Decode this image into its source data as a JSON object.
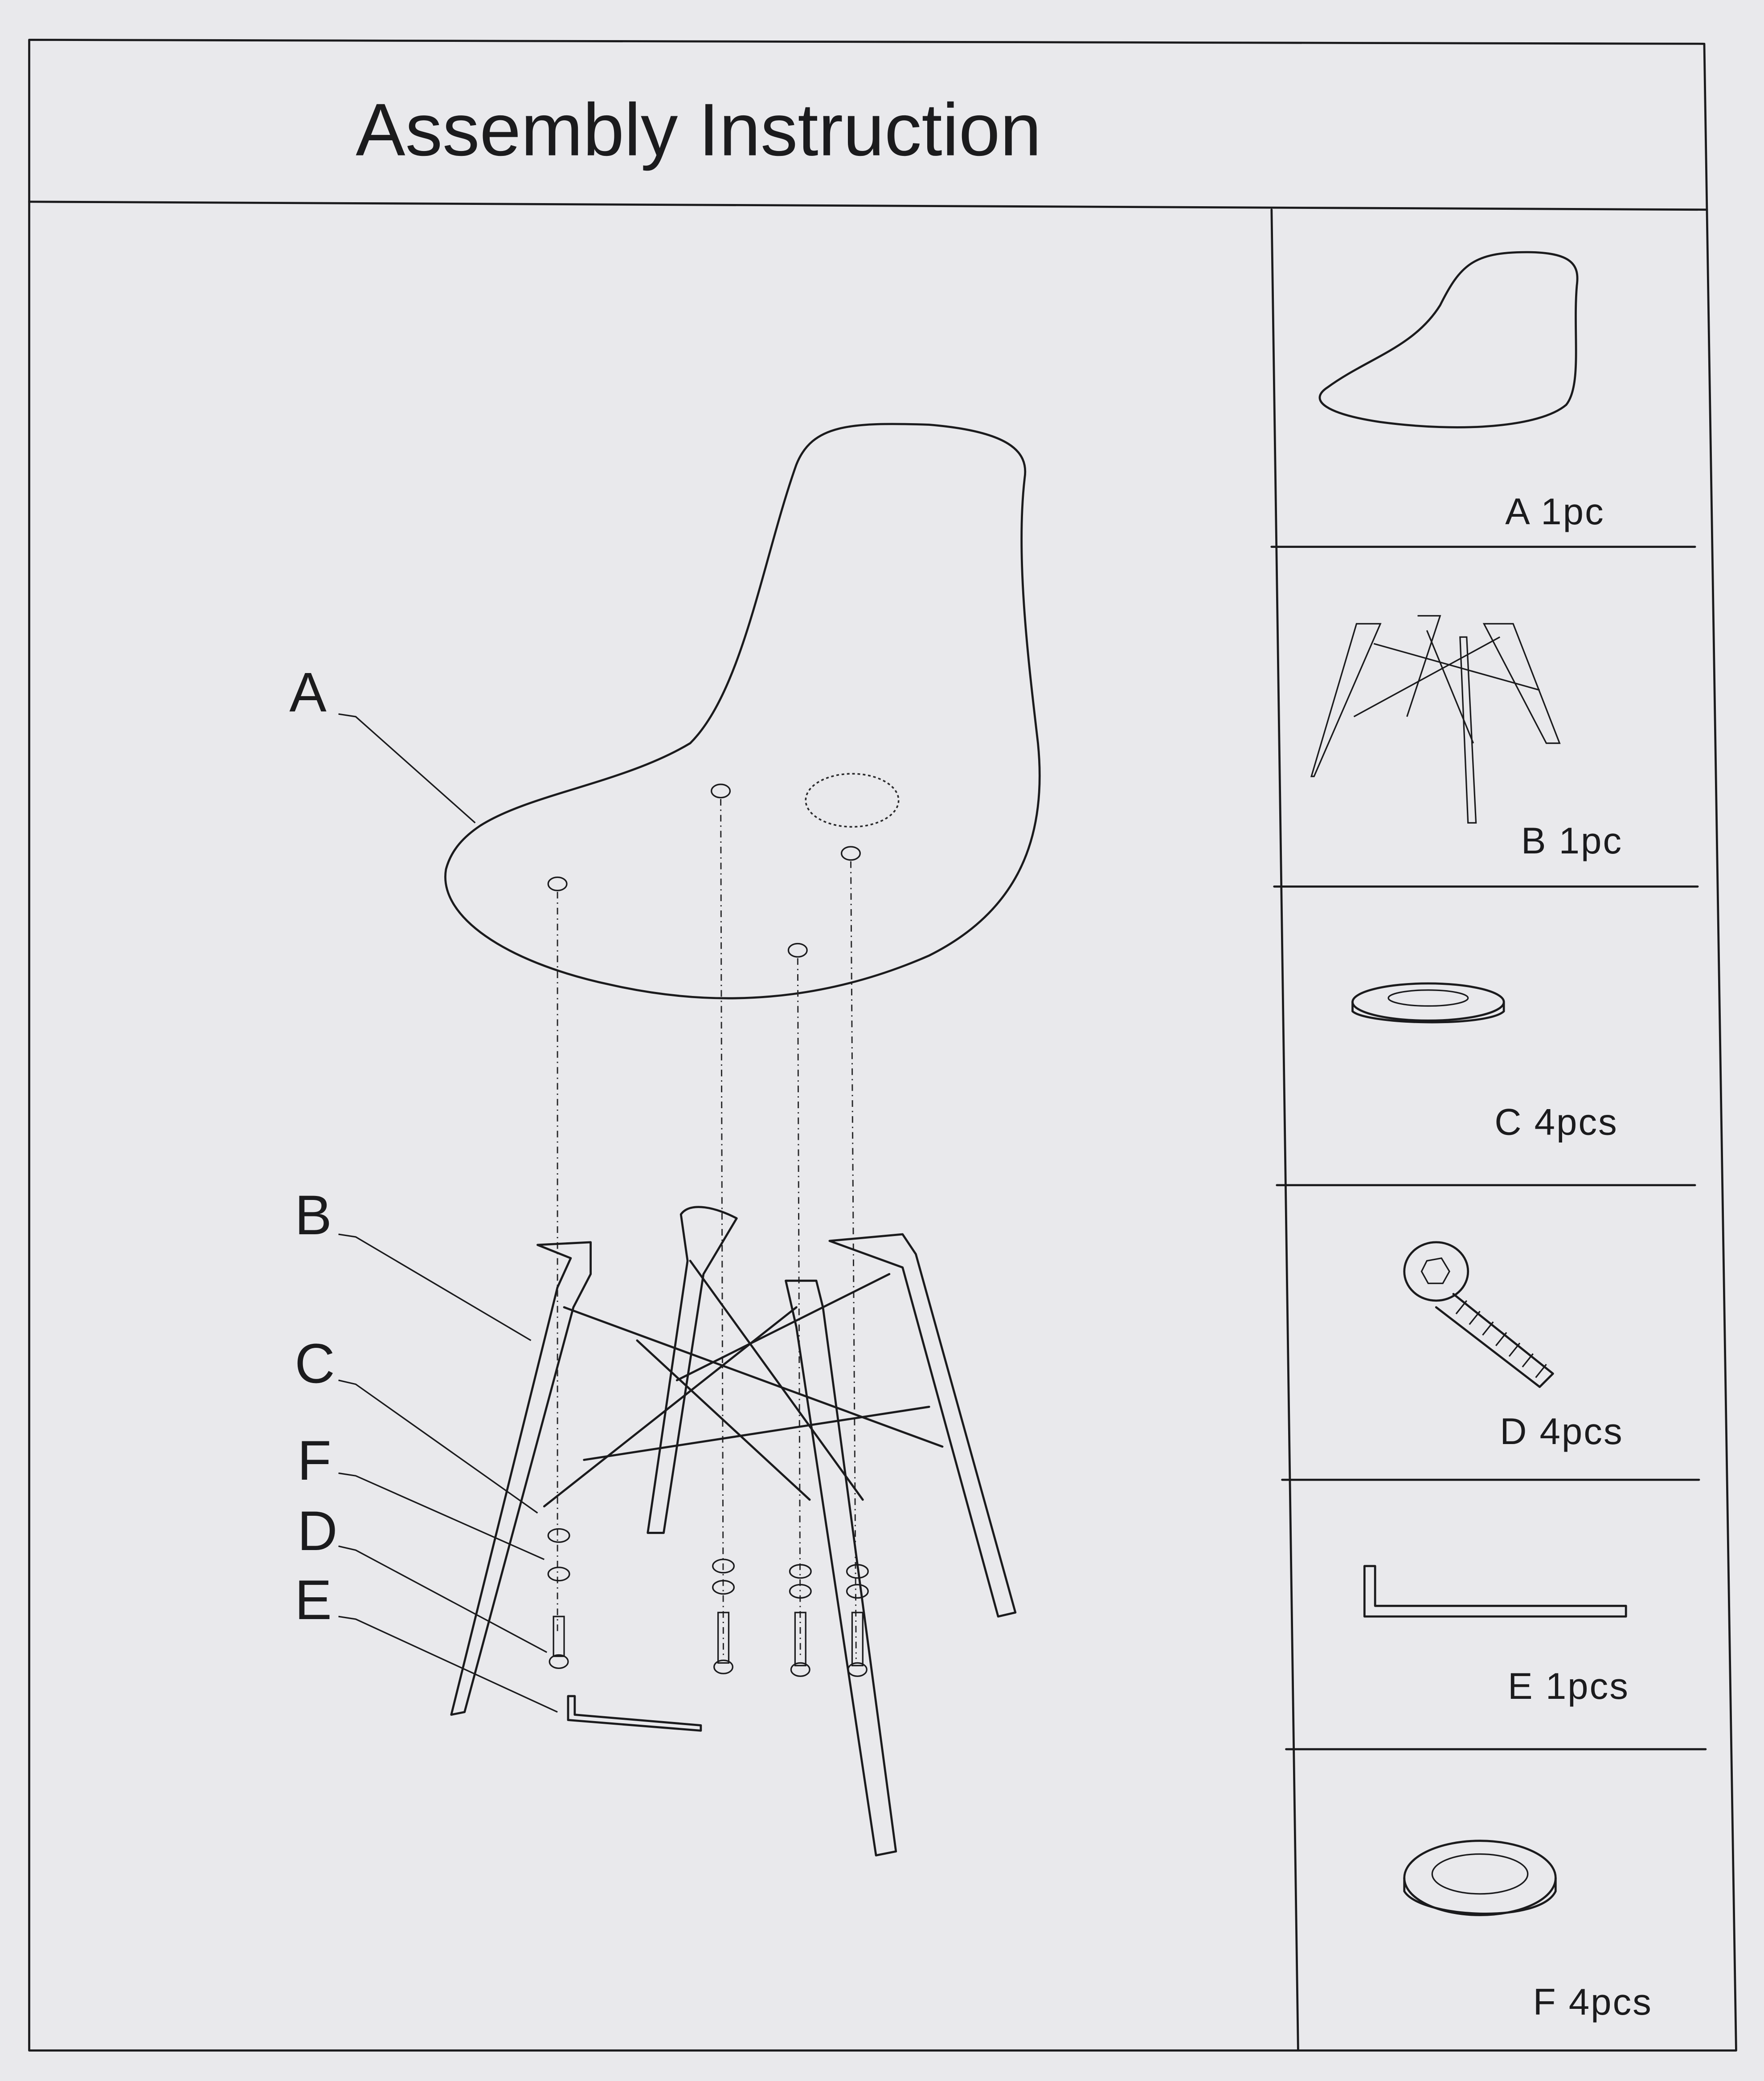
{
  "header": {
    "title": "Assembly Instruction"
  },
  "diagram": {
    "callouts": [
      {
        "label": "A"
      },
      {
        "label": "B"
      },
      {
        "label": "C"
      },
      {
        "label": "F"
      },
      {
        "label": "D"
      },
      {
        "label": "E"
      }
    ]
  },
  "parts_list": [
    {
      "letter": "A",
      "qty": "1pc",
      "text": "A 1pc",
      "icon": "seat-shell-icon"
    },
    {
      "letter": "B",
      "qty": "1pc",
      "text": "B 1pc",
      "icon": "leg-base-icon"
    },
    {
      "letter": "C",
      "qty": "4pcs",
      "text": "C 4pcs",
      "icon": "flat-washer-icon"
    },
    {
      "letter": "D",
      "qty": "4pcs",
      "text": "D 4pcs",
      "icon": "hex-bolt-icon"
    },
    {
      "letter": "E",
      "qty": "1pcs",
      "text": "E 1pcs",
      "icon": "allen-key-icon"
    },
    {
      "letter": "F",
      "qty": "4pcs",
      "text": "F 4pcs",
      "icon": "spring-washer-icon"
    }
  ]
}
